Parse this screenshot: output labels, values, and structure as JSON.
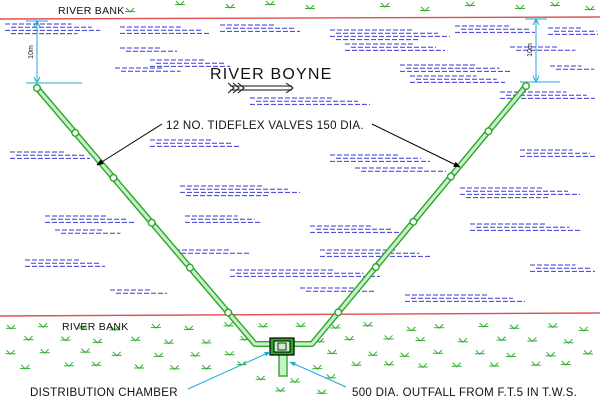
{
  "labels": {
    "river_bank_top": "RIVER BANK",
    "river_bank_bottom": "RIVER BANK",
    "river_name": "RIVER BOYNE",
    "valves": "12 NO. TIDEFLEX VALVES 150 DIA.",
    "chamber": "DISTRIBUTION CHAMBER",
    "outfall": "500 DIA. OUTFALL FROM F.T.5 IN T.W.S.",
    "dim_left": "10m",
    "dim_right": "10m"
  },
  "colors": {
    "bank_line": "#e05050",
    "water": "#3a3ad8",
    "grass": "#2fb02f",
    "pipe": "#2aa82a",
    "pipe_fill": "#c9f0c9",
    "dimension": "#20a8d8",
    "leader": "#000000"
  },
  "pipe": {
    "valve_count": 12
  }
}
